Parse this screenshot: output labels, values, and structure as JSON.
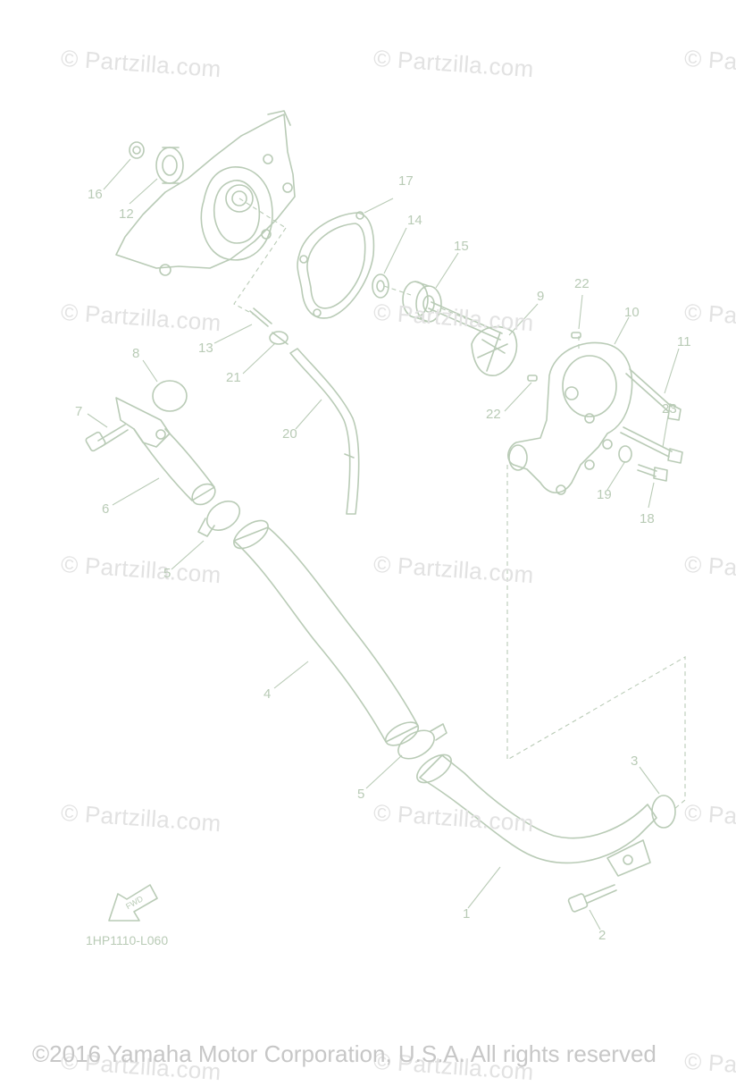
{
  "watermark_text": "© Partzilla.com",
  "callouts": {
    "p1": "1",
    "p2": "2",
    "p3": "3",
    "p4": "4",
    "p5a": "5",
    "p5b": "5",
    "p6": "6",
    "p7": "7",
    "p8": "8",
    "p9": "9",
    "p10": "10",
    "p11": "11",
    "p12": "12",
    "p13": "13",
    "p14": "14",
    "p15": "15",
    "p16": "16",
    "p17": "17",
    "p18": "18",
    "p19": "19",
    "p20": "20",
    "p21": "21",
    "p22a": "22",
    "p22b": "22",
    "p23": "23"
  },
  "drawing_code": "1HP1110-L060",
  "fwd_label": "FWD",
  "copyright": "©2016 Yamaha Motor Corporation, U.S.A. All rights reserved",
  "colors": {
    "line": "#b9cbb6",
    "watermark": "#e2e2e2",
    "copyright": "#c7c7c7"
  }
}
